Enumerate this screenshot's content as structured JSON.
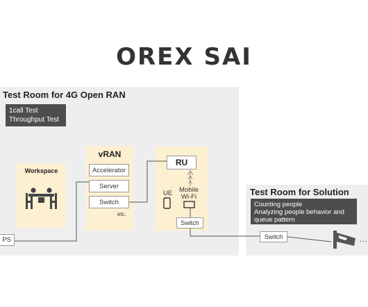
{
  "logo": "OREX SAI",
  "ran_room": {
    "title": "Test  Room for 4G Open RAN",
    "tests": [
      "1call Test",
      "Throughput Test"
    ],
    "workspace_label": "Workspace",
    "vran": {
      "title": "vRAN",
      "items": [
        "Accelerator",
        "Server",
        "Switch"
      ],
      "etc": "etc."
    },
    "ru_box": {
      "ru": "RU",
      "ue": "UE",
      "mobile_wifi": "Mobile\nWi-Fi",
      "switch": "Switch"
    },
    "ps_label": "PS"
  },
  "solution_room": {
    "title": "Test Room for Solution",
    "notes": [
      "Counting people",
      "Analyzing people behavior and",
      "queue pattern"
    ],
    "switch": "Switch",
    "ellipsis": "…"
  },
  "colors": {
    "panel_gray": "#eeeeee",
    "dark_box": "#4d4d4d",
    "yellow": "#fdf0d1"
  }
}
